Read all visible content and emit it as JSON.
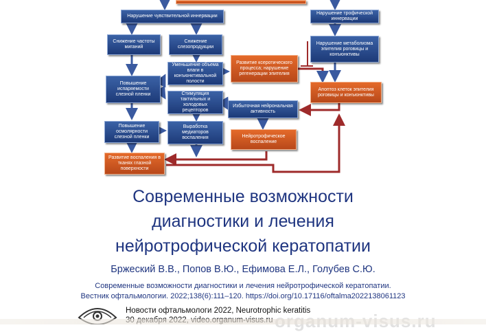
{
  "diagram": {
    "nodes": [
      {
        "id": "n1",
        "text": "Нарушение чувствительной иннервации",
        "color": "blue"
      },
      {
        "id": "n2",
        "text": "Нарушение трофической иннервации",
        "color": "blue"
      },
      {
        "id": "n3",
        "text": "Снижение частоты миганий",
        "color": "blue"
      },
      {
        "id": "n4",
        "text": "Снижение слезопродукции",
        "color": "blue"
      },
      {
        "id": "n5",
        "text": "Нарушение метаболизма эпителия роговицы и конъюнктивы",
        "color": "blue"
      },
      {
        "id": "n6",
        "text": "Уменьшение объема влаги в конъюнктивальной полости",
        "color": "blue"
      },
      {
        "id": "n7",
        "text": "Развитие ксеротического процесса; нарушение регенерации эпителия",
        "color": "orange"
      },
      {
        "id": "n8",
        "text": "Повышение испаряемости слезной пленки",
        "color": "blue"
      },
      {
        "id": "n9",
        "text": "Апоптоз клеток эпителия роговицы и конъюнктивы",
        "color": "orange"
      },
      {
        "id": "n10",
        "text": "Стимуляция тактильных и холодовых рецепторов",
        "color": "blue"
      },
      {
        "id": "n11",
        "text": "Избыточная нейрональная активность",
        "color": "blue"
      },
      {
        "id": "n12",
        "text": "Повышение осмолярности слезной пленки",
        "color": "blue"
      },
      {
        "id": "n13",
        "text": "Выработка медиаторов воспаления",
        "color": "blue"
      },
      {
        "id": "n14",
        "text": "Нейротрофическое воспаление",
        "color": "orange"
      },
      {
        "id": "n15",
        "text": "Развитие воспаления в тканях глазной поверхности",
        "color": "orange"
      }
    ]
  },
  "title_lines": [
    "Современные возможности",
    "диагностики и лечения",
    "нейротрофической кератопатии"
  ],
  "authors": "Бржеский В.В., Попов В.Ю., Ефимова Е.Л., Голубев С.Ю.",
  "reference": {
    "line1": "Современные возможности диагностики и лечения нейротрофической кератопатии.",
    "line2": "Вестник офтальмологии. 2022;138(6):111–120. https://doi.org/10.17116/oftalma2022138061123"
  },
  "news": {
    "line1": "Новости офтальмологи 2022, Neurotrophic keratitis",
    "line2": "30 декабря 2022, video.organum-visus.ru"
  },
  "watermark": "organum-visus.ru",
  "colors": {
    "box_blue": "#2a4d92",
    "box_orange": "#d2592a",
    "arrow_blue": "#3a5aa0",
    "arrow_red": "#9e2a2a",
    "title": "#1f3580"
  }
}
